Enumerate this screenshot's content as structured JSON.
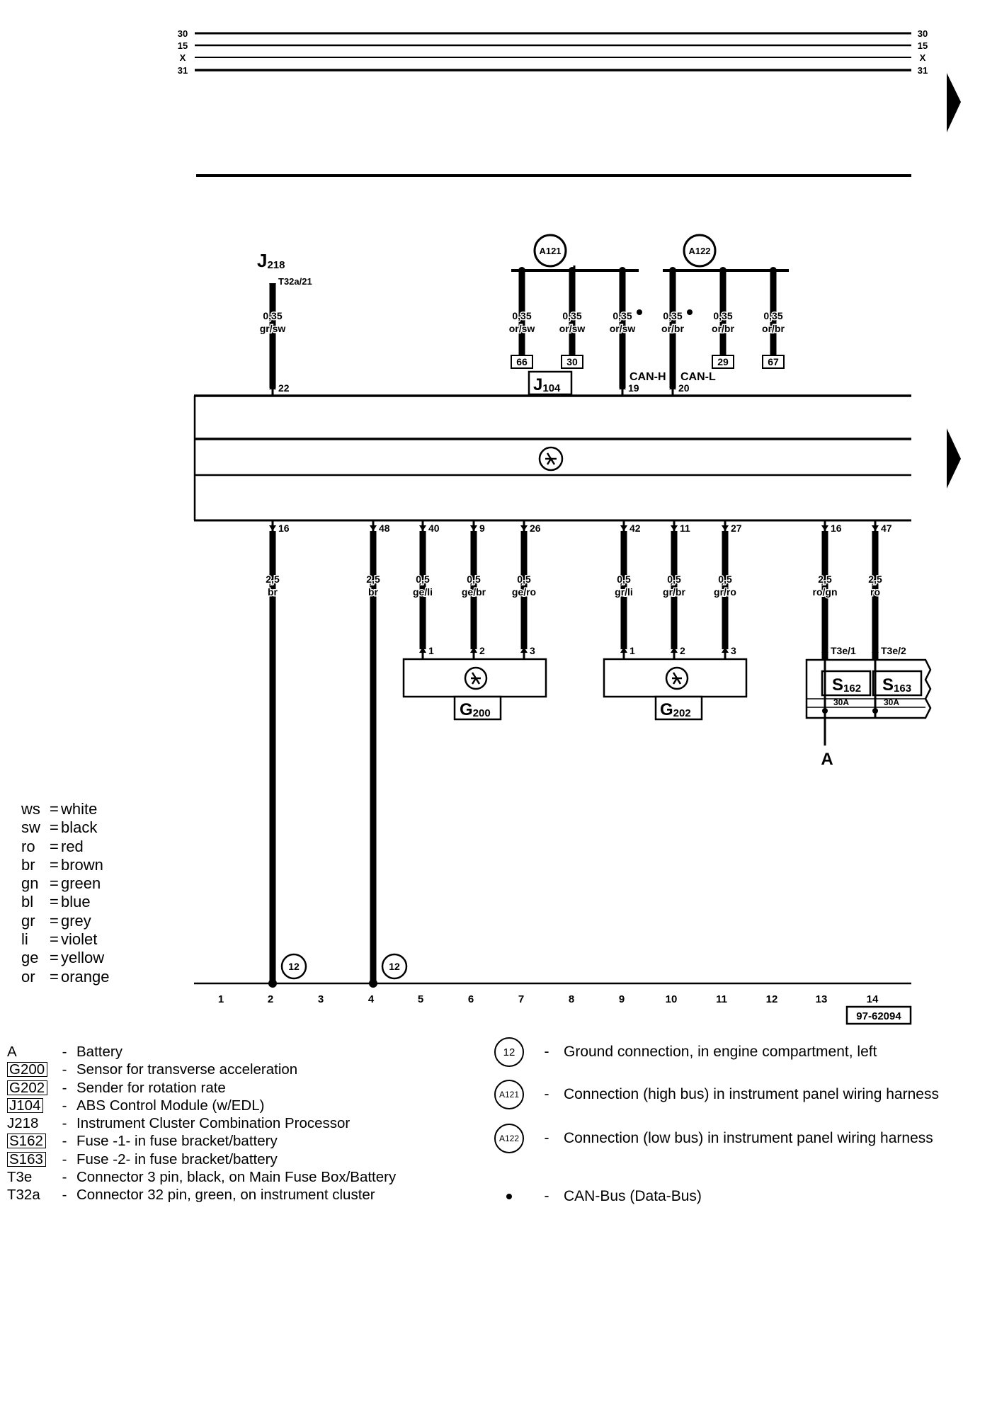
{
  "supply_rails": {
    "left_labels": [
      "30",
      "15",
      "X",
      "31"
    ],
    "right_labels": [
      "30",
      "15",
      "X",
      "31"
    ]
  },
  "top_components": {
    "j218": {
      "main": "J",
      "sub": "218"
    },
    "j218_pin": "T32a/21",
    "j104": {
      "main": "J",
      "sub": "104"
    },
    "connector_a121": "A121",
    "connector_a122": "A122",
    "can_h": "CAN-H",
    "can_l": "CAN-L"
  },
  "top_wires": [
    {
      "size": "0,35",
      "color": "gr/sw",
      "pin": "22",
      "dot": false,
      "box": ""
    },
    {
      "size": "0,35",
      "color": "or/sw",
      "pin": "",
      "dot": false,
      "box": "66"
    },
    {
      "size": "0,35",
      "color": "or/sw",
      "pin": "",
      "dot": false,
      "box": "30"
    },
    {
      "size": "0,35",
      "color": "or/sw",
      "pin": "19",
      "dot": true,
      "box": ""
    },
    {
      "size": "0,35",
      "color": "or/br",
      "pin": "20",
      "dot": true,
      "box": ""
    },
    {
      "size": "0,35",
      "color": "or/br",
      "pin": "",
      "dot": false,
      "box": "29"
    },
    {
      "size": "0,35",
      "color": "or/br",
      "pin": "",
      "dot": false,
      "box": "67"
    }
  ],
  "bottom_wires": [
    {
      "pin": "16",
      "size": "2,5",
      "color": "br"
    },
    {
      "pin": "48",
      "size": "2,5",
      "color": "br"
    },
    {
      "pin": "40",
      "size": "0,5",
      "color": "ge/li"
    },
    {
      "pin": "9",
      "size": "0,5",
      "color": "ge/br"
    },
    {
      "pin": "26",
      "size": "0,5",
      "color": "ge/ro"
    },
    {
      "pin": "42",
      "size": "0,5",
      "color": "gr/li"
    },
    {
      "pin": "11",
      "size": "0,5",
      "color": "gr/br"
    },
    {
      "pin": "27",
      "size": "0,5",
      "color": "gr/ro"
    },
    {
      "pin": "16",
      "size": "2,5",
      "color": "ro/gn"
    },
    {
      "pin": "47",
      "size": "2,5",
      "color": "ro"
    }
  ],
  "sensors": [
    {
      "main": "G",
      "sub": "200",
      "pins": [
        "1",
        "2",
        "3"
      ]
    },
    {
      "main": "G",
      "sub": "202",
      "pins": [
        "1",
        "2",
        "3"
      ]
    }
  ],
  "fuses": [
    {
      "main": "S",
      "sub": "162",
      "rating": "30A",
      "pin": "T3e/1"
    },
    {
      "main": "S",
      "sub": "163",
      "rating": "30A",
      "pin": "T3e/2"
    }
  ],
  "battery_label": "A",
  "ground_marker": "12",
  "grid_numbers": [
    "1",
    "2",
    "3",
    "4",
    "5",
    "6",
    "7",
    "8",
    "9",
    "10",
    "11",
    "12",
    "13",
    "14"
  ],
  "figure_id": "97-62094",
  "color_codes": [
    {
      "code": "ws",
      "name": "white"
    },
    {
      "code": "sw",
      "name": "black"
    },
    {
      "code": "ro",
      "name": "red"
    },
    {
      "code": "br",
      "name": "brown"
    },
    {
      "code": "gn",
      "name": "green"
    },
    {
      "code": "bl",
      "name": "blue"
    },
    {
      "code": "gr",
      "name": "grey"
    },
    {
      "code": "li",
      "name": "violet"
    },
    {
      "code": "ge",
      "name": "yellow"
    },
    {
      "code": "or",
      "name": "orange"
    }
  ],
  "component_legend": [
    {
      "code": "A",
      "boxed": false,
      "desc": "Battery"
    },
    {
      "code": "G200",
      "boxed": true,
      "desc": "Sensor for transverse acceleration"
    },
    {
      "code": "G202",
      "boxed": true,
      "desc": "Sender for rotation rate"
    },
    {
      "code": "J104",
      "boxed": true,
      "desc": "ABS Control Module (w/EDL)"
    },
    {
      "code": "J218",
      "boxed": false,
      "desc": "Instrument Cluster Combination Processor"
    },
    {
      "code": "S162",
      "boxed": true,
      "desc": "Fuse -1- in fuse bracket/battery"
    },
    {
      "code": "S163",
      "boxed": true,
      "desc": "Fuse -2- in fuse bracket/battery"
    },
    {
      "code": "T3e",
      "boxed": false,
      "desc": "Connector 3 pin, black, on Main Fuse Box/Battery"
    },
    {
      "code": "T32a",
      "boxed": false,
      "desc": "Connector 32 pin, green, on instrument cluster"
    }
  ],
  "symbol_legend": [
    {
      "symbol": "12",
      "desc": "Ground connection, in engine compartment, left"
    },
    {
      "symbol": "A121",
      "desc": "Connection (high bus) in instrument panel wiring harness"
    },
    {
      "symbol": "A122",
      "desc": "Connection (low bus) in instrument panel wiring harness"
    },
    {
      "symbol": "",
      "desc": "CAN-Bus (Data-Bus)"
    }
  ],
  "legend_dash": "-",
  "color_eq": "="
}
